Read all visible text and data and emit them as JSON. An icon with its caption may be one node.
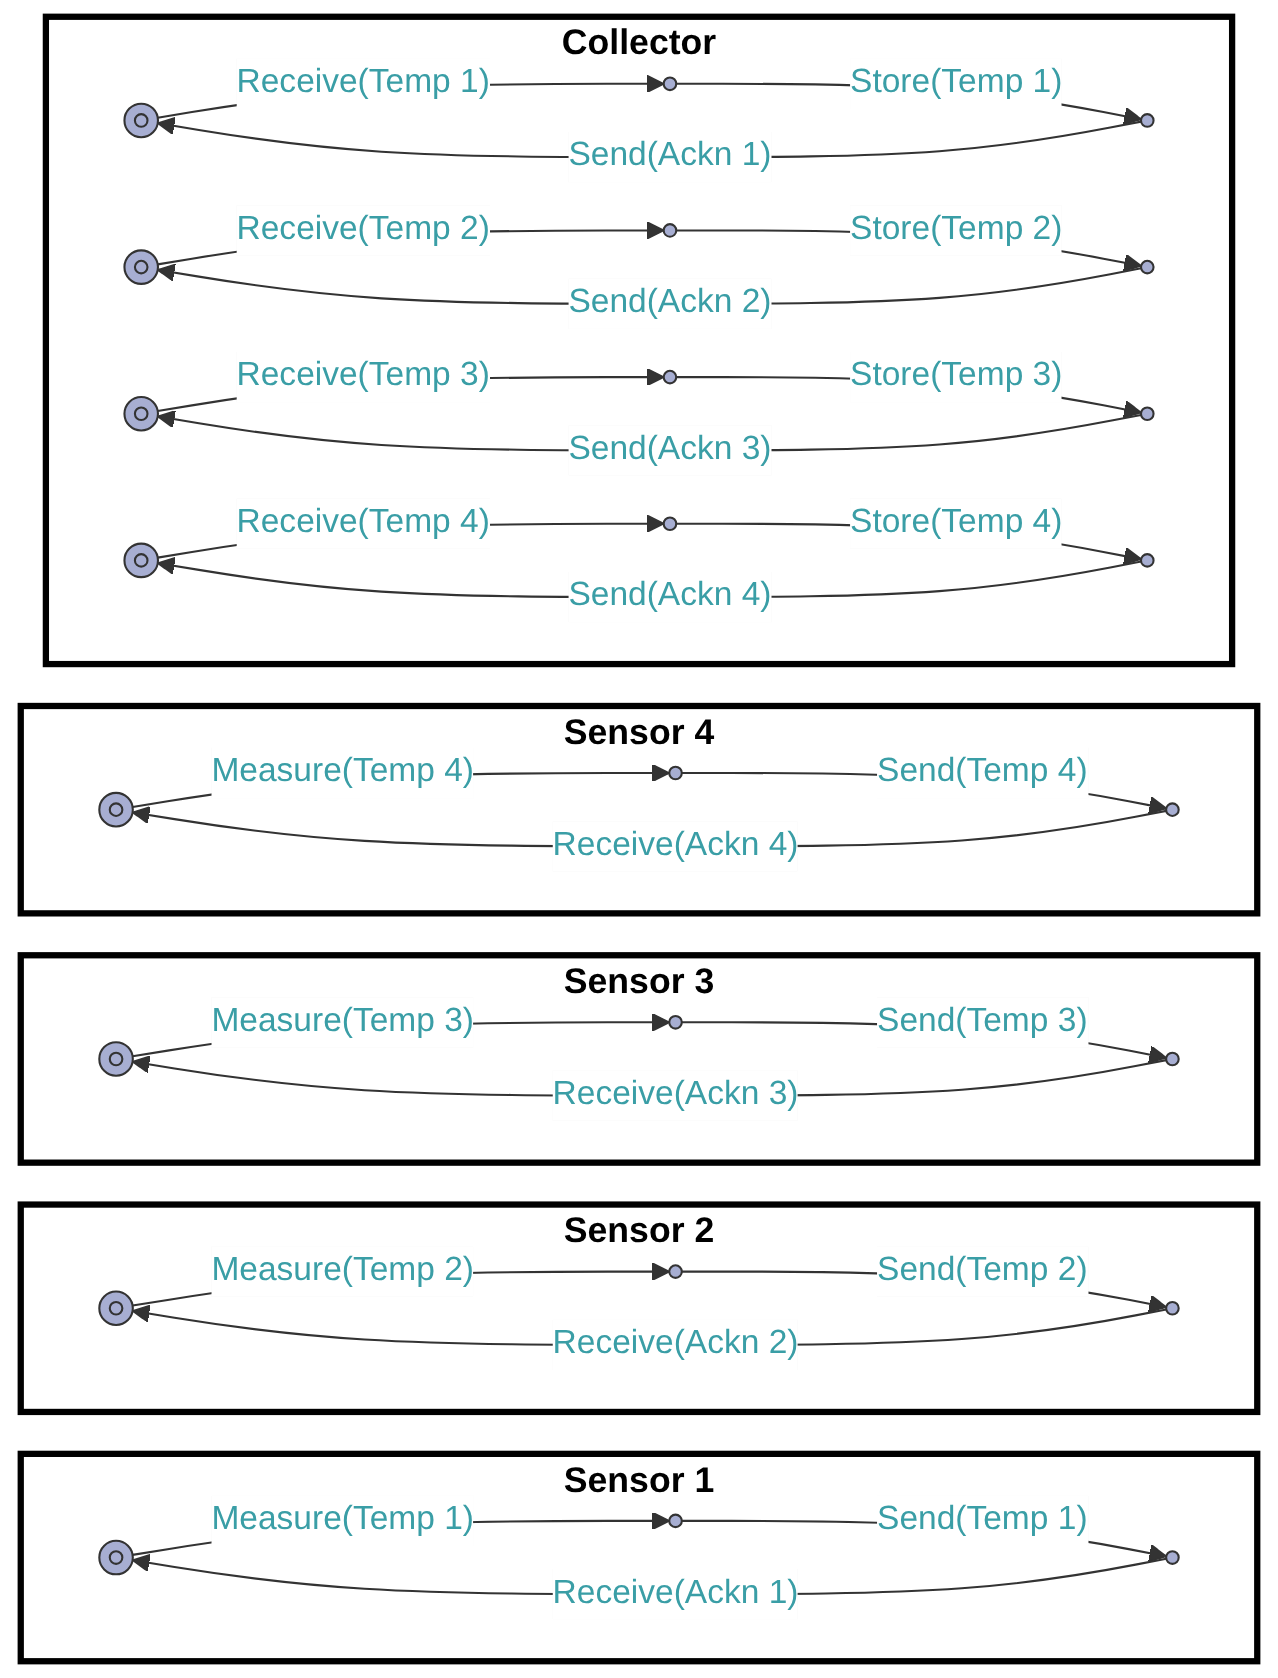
{
  "diagram": {
    "nodes": [
      {
        "text": [
          "Sensor 1"
        ]
      },
      {
        "text": [],
        "shape": "circle",
        "in": 0
      },
      {
        "text": [],
        "shape": "circle",
        "in": 0
      },
      {
        "text": [],
        "shape": "circle",
        "in": 0
      },
      {
        "text": [
          "Sensor 2"
        ]
      },
      {
        "text": [],
        "shape": "circle",
        "in": 4
      },
      {
        "text": [],
        "shape": "circle",
        "in": 4
      },
      {
        "text": [],
        "shape": "circle",
        "in": 4
      },
      {
        "text": [
          "Sensor 3"
        ]
      },
      {
        "text": [],
        "shape": "circle",
        "in": 8
      },
      {
        "text": [],
        "shape": "circle",
        "in": 8
      },
      {
        "text": [],
        "shape": "circle",
        "in": 8
      },
      {
        "text": [
          "Sensor 4"
        ]
      },
      {
        "text": [],
        "shape": "circle",
        "in": 12
      },
      {
        "text": [],
        "shape": "circle",
        "in": 12
      },
      {
        "text": [],
        "shape": "circle",
        "in": 12
      },
      {
        "text": [
          "Collector"
        ]
      },
      {
        "text": [],
        "shape": "circle",
        "in": 16
      },
      {
        "text": [],
        "shape": "circle",
        "in": 16
      },
      {
        "text": [],
        "shape": "circle",
        "in": 16
      },
      {
        "text": [],
        "shape": "circle",
        "in": 16
      },
      {
        "text": [],
        "shape": "circle",
        "in": 16
      },
      {
        "text": [],
        "shape": "circle",
        "in": 16
      },
      {
        "text": [],
        "shape": "circle",
        "in": 16
      },
      {
        "text": [],
        "shape": "circle",
        "in": 16
      },
      {
        "text": [],
        "shape": "circle",
        "in": 16
      },
      {
        "text": [],
        "shape": "circle",
        "in": 16
      },
      {
        "text": [],
        "shape": "circle",
        "in": 16
      },
      {
        "text": [],
        "shape": "circle",
        "in": 16
      }
    ],
    "edges": [
      {
        "from": 1,
        "to": 3,
        "arrow": "to",
        "label": "Measure(Temp 1)"
      },
      {
        "from": 3,
        "to": 2,
        "arrow": "to",
        "label": "Send(Temp 1)"
      },
      {
        "from": 2,
        "to": 1,
        "arrow": "to",
        "label": "Receive(Ackn 1)"
      },
      {
        "from": 5,
        "to": 7,
        "arrow": "to",
        "label": "Measure(Temp 2)"
      },
      {
        "from": 7,
        "to": 6,
        "arrow": "to",
        "label": "Send(Temp 2)"
      },
      {
        "from": 6,
        "to": 5,
        "arrow": "to",
        "label": "Receive(Ackn 2)"
      },
      {
        "from": 9,
        "to": 11,
        "arrow": "to",
        "label": "Measure(Temp 3)"
      },
      {
        "from": 11,
        "to": 10,
        "arrow": "to",
        "label": "Send(Temp 3)"
      },
      {
        "from": 10,
        "to": 9,
        "arrow": "to",
        "label": "Receive(Ackn 3)"
      },
      {
        "from": 13,
        "to": 15,
        "arrow": "to",
        "label": "Measure(Temp 4)"
      },
      {
        "from": 15,
        "to": 14,
        "arrow": "to",
        "label": "Send(Temp 4)"
      },
      {
        "from": 14,
        "to": 13,
        "arrow": "to",
        "label": "Receive(Ackn 4)"
      },
      {
        "from": 17,
        "to": 19,
        "arrow": "to",
        "label": "Receive(Temp 1)"
      },
      {
        "from": 19,
        "to": 18,
        "arrow": "to",
        "label": "Store(Temp 1)"
      },
      {
        "from": 18,
        "to": 17,
        "arrow": "to",
        "label": "Send(Ackn 1)"
      },
      {
        "from": 20,
        "to": 22,
        "arrow": "to",
        "label": "Receive(Temp 2)"
      },
      {
        "from": 22,
        "to": 21,
        "arrow": "to",
        "label": "Store(Temp 2)"
      },
      {
        "from": 21,
        "to": 20,
        "arrow": "to",
        "label": "Send(Ackn 2)"
      },
      {
        "from": 23,
        "to": 25,
        "arrow": "to",
        "label": "Receive(Temp 3)"
      },
      {
        "from": 25,
        "to": 24,
        "arrow": "to",
        "label": "Store(Temp 3)"
      },
      {
        "from": 24,
        "to": 23,
        "arrow": "to",
        "label": "Send(Ackn 3)"
      },
      {
        "from": 26,
        "to": 28,
        "arrow": "to",
        "label": "Receive(Temp 4)"
      },
      {
        "from": 28,
        "to": 27,
        "arrow": "to",
        "label": "Store(Temp 4)"
      },
      {
        "from": 27,
        "to": 26,
        "arrow": "to",
        "label": "Send(Ackn 4)"
      }
    ]
  }
}
